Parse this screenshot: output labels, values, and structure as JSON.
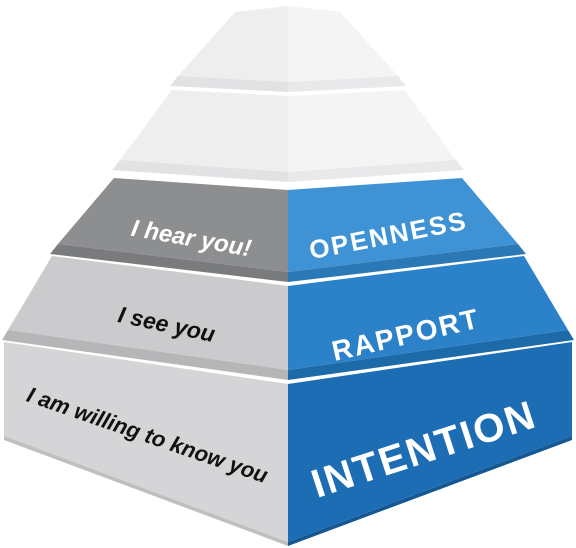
{
  "colors": {
    "top_left": "#eeeeef",
    "top_right": "#f4f4f5",
    "top_edge_left": "#e2e2e4",
    "top_edge_right": "#e9e9eb",
    "hear_face": "#8d8e90",
    "hear_edge": "#7a7b7d",
    "see_face": "#cbcbcd",
    "see_edge": "#b6b6b8",
    "know_face": "#d5d5d7",
    "know_edge": "#bfbfc1",
    "openness_face": "#3f93d4",
    "openness_edge": "#2b78b6",
    "rapport_face": "#2c82c9",
    "rapport_edge": "#1d6aa9",
    "intention_face": "#1d6db4",
    "intention_edge": "#145793",
    "dark_text": "#111111",
    "light_text": "#ffffff"
  },
  "left_labels": {
    "hear": "I hear you!",
    "see": "I see you",
    "know": "I am willing to know you"
  },
  "right_labels": {
    "openness": "OPENNESS",
    "rapport": "RAPPORT",
    "intention": "INTENTION"
  }
}
